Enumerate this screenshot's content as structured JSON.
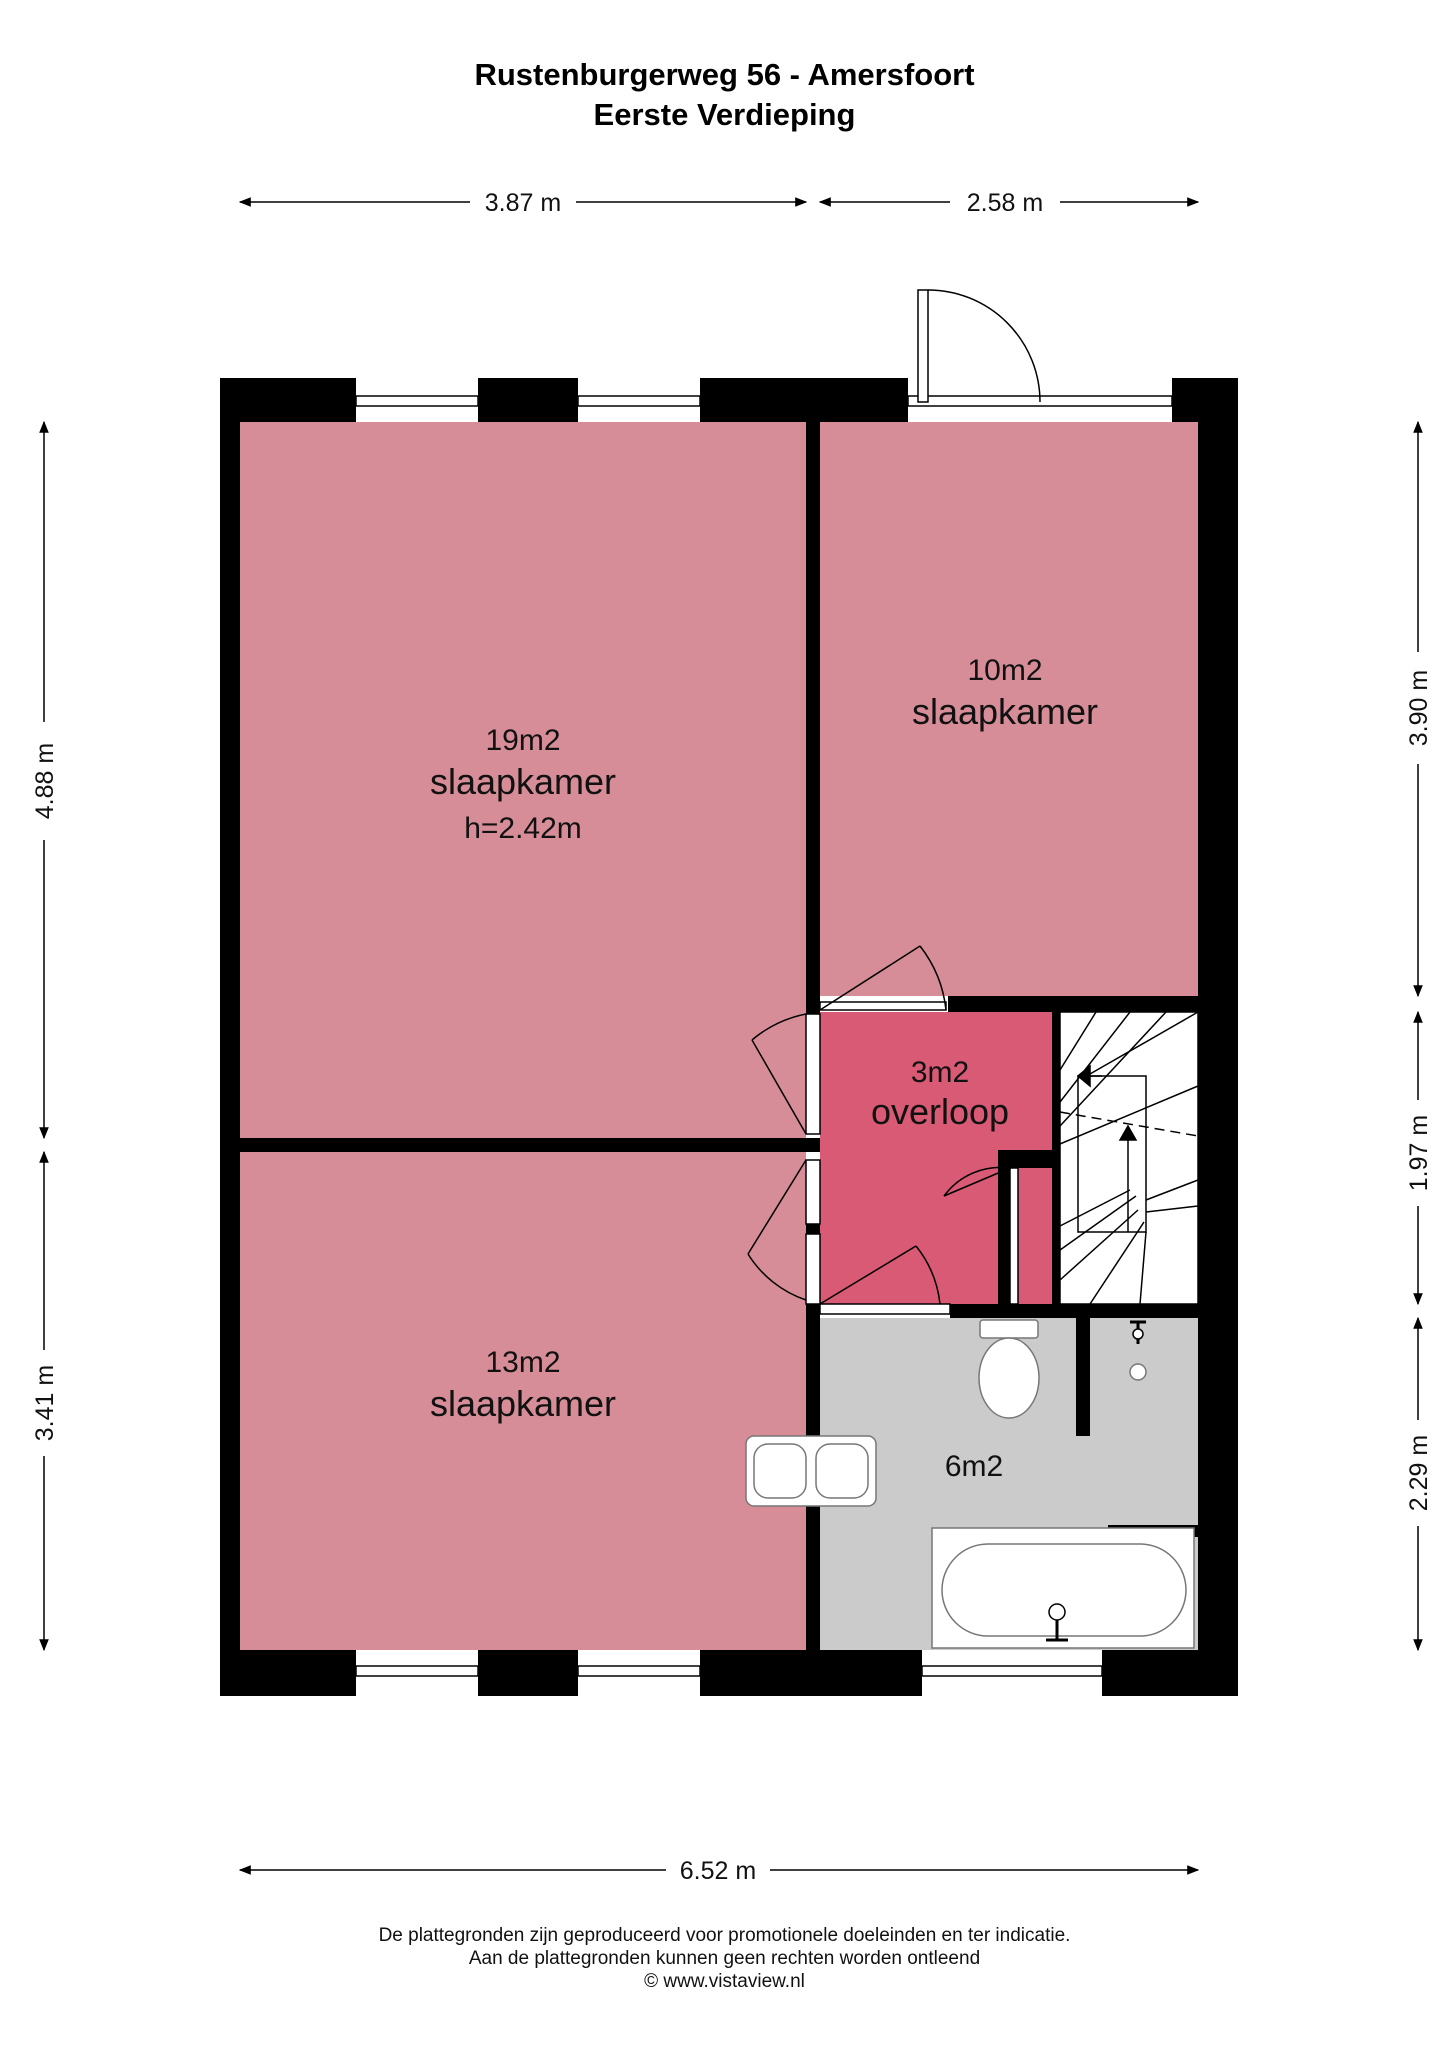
{
  "header": {
    "title": "Rustenburgerweg 56 - Amersfoort",
    "subtitle": "Eerste Verdieping"
  },
  "dimensions": {
    "top_left": "3.87 m",
    "top_right": "2.58 m",
    "bottom_total": "6.52 m",
    "left_upper": "4.88 m",
    "left_lower": "3.41 m",
    "right_upper": "3.90 m",
    "right_middle": "1.97 m",
    "right_lower": "2.29 m"
  },
  "rooms": {
    "bedroom_large": {
      "area": "19m2",
      "name": "slaapkamer",
      "height": "h=2.42m"
    },
    "bedroom_small": {
      "area": "10m2",
      "name": "slaapkamer"
    },
    "bedroom_bottom": {
      "area": "13m2",
      "name": "slaapkamer"
    },
    "landing": {
      "area": "3m2",
      "name": "overloop"
    },
    "bathroom": {
      "area": "6m2"
    }
  },
  "colors": {
    "bedroom": "#d68d97",
    "landing": "#d95a74",
    "bathroom": "#cbcbcb",
    "wall": "#000000"
  },
  "footer": {
    "line1": "De plattegronden zijn geproduceerd voor promotionele doeleinden en ter indicatie.",
    "line2": "Aan de plattegronden kunnen geen rechten worden ontleend",
    "line3": "© www.vistaview.nl"
  }
}
